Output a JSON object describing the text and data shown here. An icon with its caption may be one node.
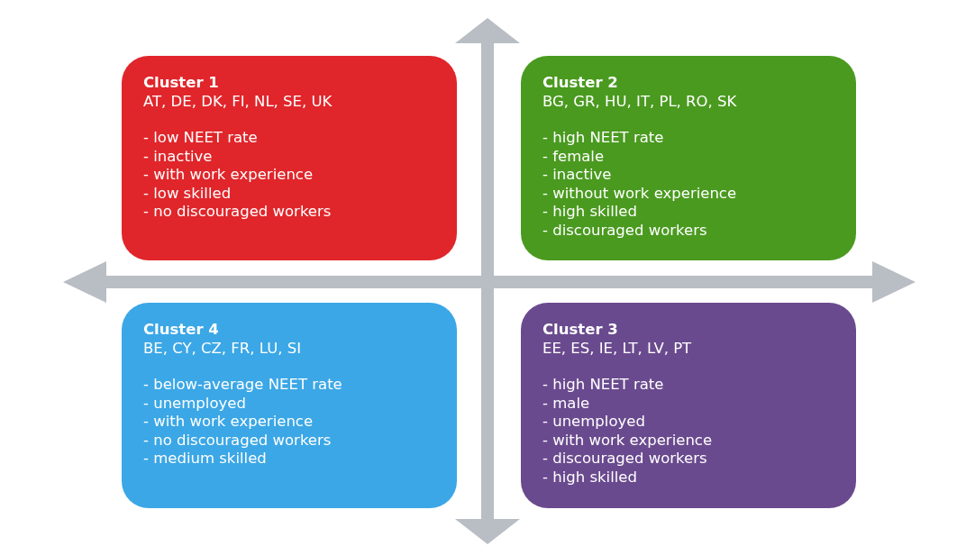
{
  "diagram": {
    "nodes": [
      {
        "text": [
          "Cluster 1",
          "AT, DE, DK, FI, NL, SE, UK",
          "- low NEET rate",
          "- inactive",
          "- with work experience",
          "- low skilled",
          "- no discouraged workers"
        ]
      },
      {
        "text": [
          "Cluster 2",
          "BG, GR, HU, IT, PL, RO, SK",
          "- high NEET rate",
          "- female",
          "- inactive",
          "- without work experience",
          "- high skilled",
          "- discouraged workers"
        ]
      },
      {
        "text": [
          "Cluster 4",
          "BE, CY, CZ, FR, LU, SI",
          "- below-average NEET rate",
          "- unemployed",
          "- with work experience",
          "- no discouraged workers",
          "- medium skilled"
        ]
      },
      {
        "text": [
          "Cluster 3",
          "EE, ES, IE, LT, LV, PT",
          "- high NEET rate",
          "- male",
          "- unemployed",
          "- with work experience",
          "- discouraged workers",
          "- high skilled"
        ]
      }
    ],
    "edges": []
  }
}
